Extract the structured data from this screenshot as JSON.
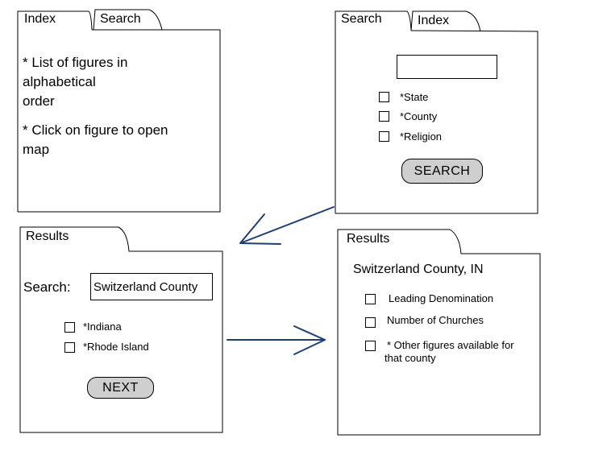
{
  "panel_index": {
    "tab_active": "Index",
    "tab_inactive": "Search",
    "lines": [
      "* List of figures in",
      "alphabetical",
      "order",
      "* Click on figure to open",
      "map"
    ]
  },
  "panel_search": {
    "tab_active": "Search",
    "tab_inactive": "Index",
    "search_value": "",
    "options": [
      "*State",
      "*County",
      "*Religion"
    ],
    "button_label": "SEARCH"
  },
  "panel_results_left": {
    "tab": "Results",
    "search_label": "Search:",
    "search_value": "Switzerland County",
    "options": [
      "*Indiana",
      "*Rhode Island"
    ],
    "button_label": "NEXT"
  },
  "panel_results_right": {
    "tab": "Results",
    "heading": "Switzerland County, IN",
    "options": [
      "Leading Denomination",
      "Number of Churches",
      "* Other figures available for",
      "that county"
    ]
  },
  "colors": {
    "arrow": "#1a3f7a",
    "button_fill": "#cfcfcf"
  }
}
